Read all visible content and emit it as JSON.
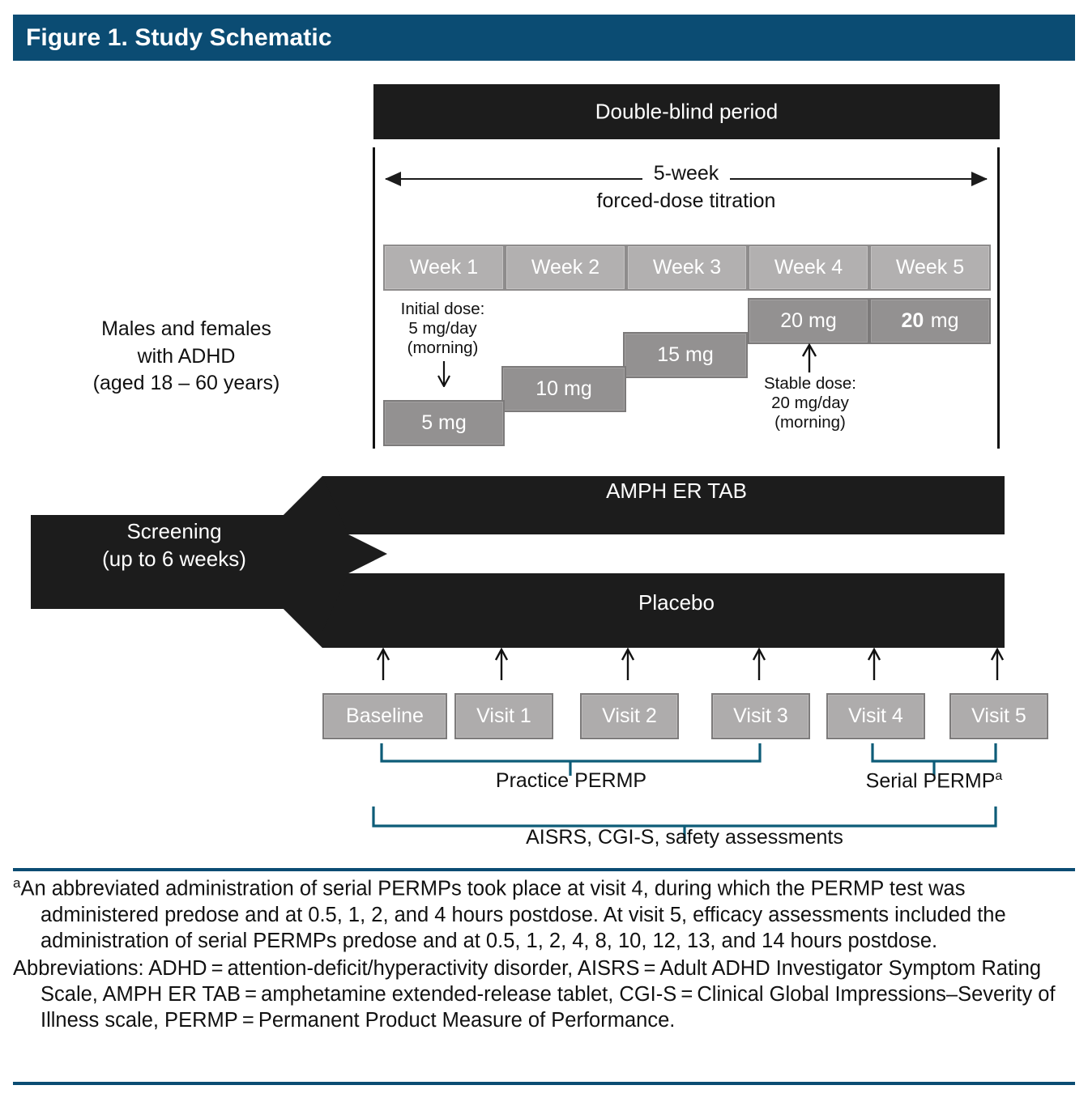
{
  "title": "Figure 1. Study Schematic",
  "colors": {
    "header_blue": "#0b4c73",
    "bar_black": "#1c1c1c",
    "week_gray": "#b2b0b0",
    "dose_gray": "#939191",
    "visit_gray": "#aeacac",
    "bracket_teal": "#0d5c78"
  },
  "double_blind": {
    "label": "Double-blind period",
    "titration_top": "5-week",
    "titration_bottom": "forced-dose titration"
  },
  "weeks": [
    {
      "label": "Week 1"
    },
    {
      "label": "Week 2"
    },
    {
      "label": "Week 3"
    },
    {
      "label": "Week 4"
    },
    {
      "label": "Week 5"
    }
  ],
  "doses": [
    {
      "label": "5 mg"
    },
    {
      "label": "10 mg"
    },
    {
      "label": "15 mg"
    },
    {
      "label": "20 mg"
    }
  ],
  "dose_week5": {
    "value": "20",
    "unit": "mg"
  },
  "annotations": {
    "initial_dose": "Initial dose:\n5 mg/day\n(morning)",
    "stable_dose": "Stable dose:\n20 mg/day\n(morning)"
  },
  "subjects": "Males and females\nwith ADHD\n(aged 18 – 60 years)",
  "flow": {
    "screening": "Screening\n(up to 6 weeks)",
    "arm_active": "AMPH ER TAB",
    "arm_placebo": "Placebo"
  },
  "visits": [
    {
      "label": "Baseline"
    },
    {
      "label": "Visit 1"
    },
    {
      "label": "Visit 2"
    },
    {
      "label": "Visit 3"
    },
    {
      "label": "Visit 4"
    },
    {
      "label": "Visit 5"
    }
  ],
  "brackets": {
    "practice_permp": "Practice PERMP",
    "serial_permp": "Serial PERMP",
    "serial_permp_sup": "a",
    "assessments": "AISRS, CGI-S, safety assessments"
  },
  "footnotes": {
    "sup_a": "a",
    "note_a": "An abbreviated administration of serial PERMPs took place at visit 4, during which the PERMP test was administered predose and at 0.5, 1, 2, and 4 hours postdose. At visit 5, efficacy assessments included the administration of serial PERMPs predose and at 0.5, 1, 2, 4, 8, 10, 12, 13, and 14 hours postdose.",
    "abbreviations": "Abbreviations: ADHD = attention-deficit/hyperactivity disorder, AISRS = Adult ADHD Investigator Symptom Rating Scale, AMPH ER TAB = amphetamine extended-release tablet, CGI-S = Clinical Global Impressions–Severity of Illness scale, PERMP = Permanent Product Measure of Performance."
  }
}
